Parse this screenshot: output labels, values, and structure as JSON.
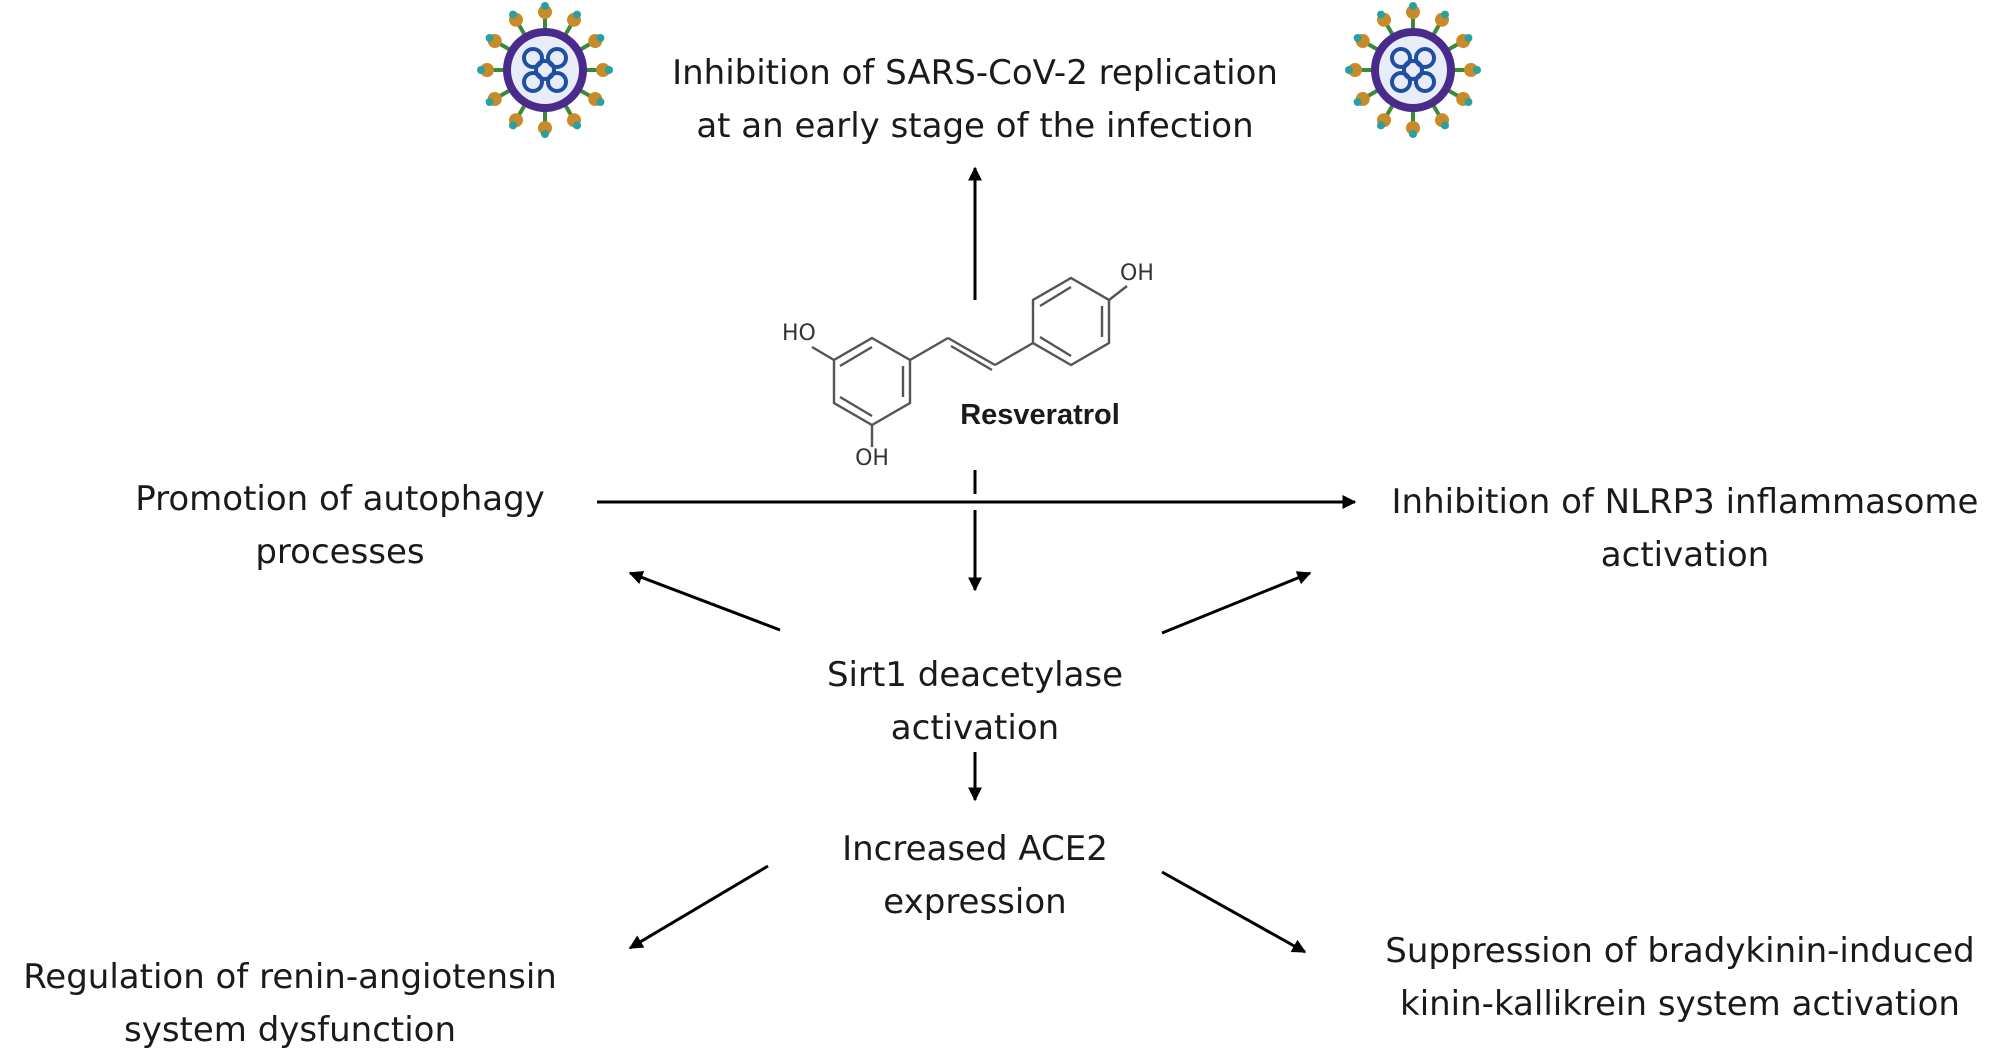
{
  "nodes": {
    "top": {
      "line1": "Inhibition of SARS-CoV-2 replication",
      "line2": "at an early stage of the infection"
    },
    "left": {
      "line1": "Promotion of autophagy",
      "line2": "processes"
    },
    "right": {
      "line1": "Inhibition of NLRP3 inflammasome",
      "line2": "activation"
    },
    "center": {
      "line1": "Sirt1 deacetylase",
      "line2": "activation"
    },
    "ace2": {
      "line1": "Increased ACE2",
      "line2": "expression"
    },
    "bottom_left": {
      "line1": "Regulation of renin-angiotensin",
      "line2": "system dysfunction"
    },
    "bottom_right": {
      "line1": "Suppression of bradykinin-induced",
      "line2": "kinin-kallikrein system activation"
    }
  },
  "molecule": {
    "name": "Resveratrol",
    "oh_top": "OH",
    "oh_left": "HO",
    "oh_bottom": "OH"
  },
  "colors": {
    "virus_capsid": "#4a2a8a",
    "virus_core": "#1e4fa0",
    "spike_stem": "#3a8a3a",
    "spike_head": "#c98a2a",
    "spike_tip": "#2aa0a0"
  }
}
